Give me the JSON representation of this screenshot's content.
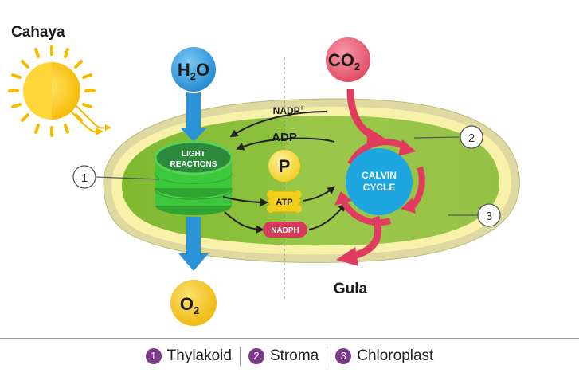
{
  "light_source": {
    "label": "Cahaya",
    "icon": "sun-icon"
  },
  "inputs": {
    "water": {
      "main": "H",
      "sub": "2",
      "tail": "O"
    },
    "carbon_dioxide": {
      "main": "CO",
      "sub": "2"
    }
  },
  "outputs": {
    "oxygen": {
      "main": "O",
      "sub": "2"
    },
    "sugar": "Gula"
  },
  "stage_labels": {
    "light_reactions": [
      "LIGHT",
      "REACTIONS"
    ],
    "calvin_cycle": [
      "CALVIN",
      "CYCLE"
    ]
  },
  "molecules": {
    "nadp": "NADP",
    "nadp_sup": "+",
    "adp": "ADP",
    "phosphate": "P",
    "atp": "ATP",
    "nadph": "NADPH"
  },
  "callouts": [
    "1",
    "2",
    "3"
  ],
  "legend": [
    {
      "number": "1",
      "label": "Thylakoid"
    },
    {
      "number": "2",
      "label": "Stroma"
    },
    {
      "number": "3",
      "label": "Chloroplast"
    }
  ],
  "colors": {
    "water": "#2a93d8",
    "carbon_dioxide": "#e8546e",
    "oxygen": "#f2c318",
    "thylakoid": "#3cc83c",
    "stroma": "#8cbf3a",
    "membrane": "#f4eda2",
    "cycle_arrow": "#e23b60",
    "calvin": "#1ea6e0",
    "legend_badge": "#7d3a8c"
  }
}
